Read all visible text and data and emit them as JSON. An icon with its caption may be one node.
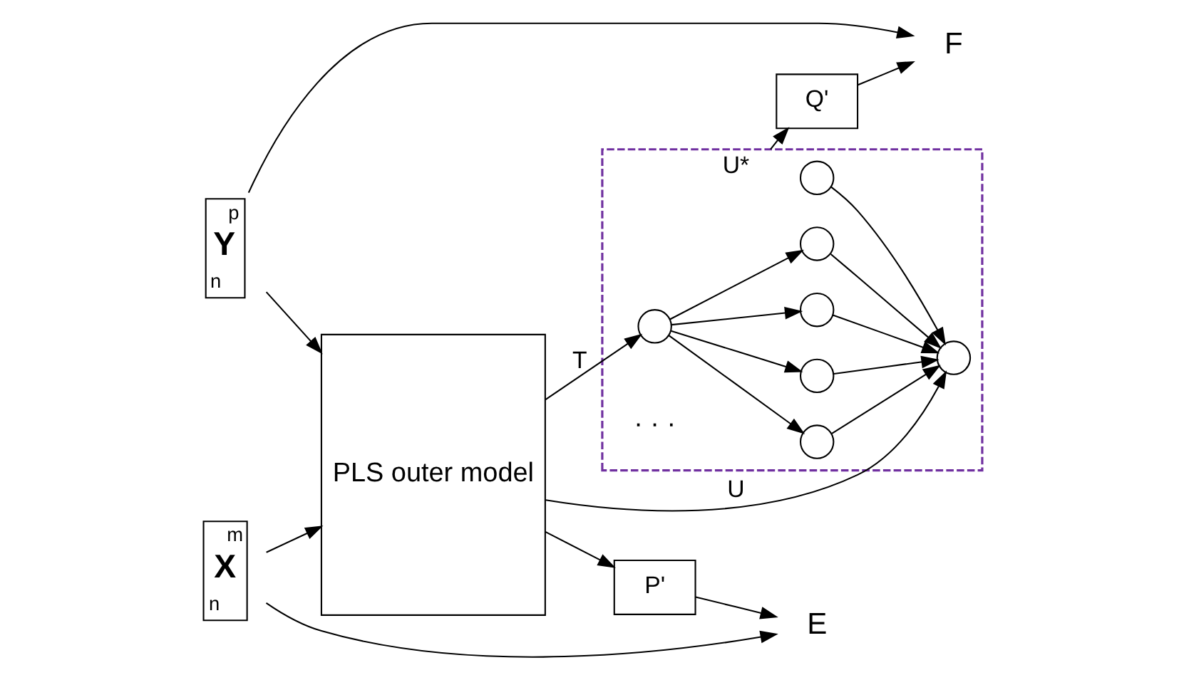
{
  "diagram": {
    "nodes": [
      {
        "text": [
          "p",
          "Y",
          "n"
        ]
      },
      {
        "text": [
          "m",
          "X",
          "n"
        ]
      },
      {
        "text": [
          "PLS outer model"
        ]
      },
      {
        "text": [
          "F"
        ]
      },
      {
        "text": [
          "Q'"
        ]
      },
      {
        "text": [],
        "shape": "box"
      },
      {
        "text": [],
        "shape": "circle",
        "in": 5
      },
      {
        "text": [],
        "shape": "circle",
        "in": 5
      },
      {
        "text": [],
        "shape": "circle",
        "in": 5
      },
      {
        "text": [],
        "shape": "circle",
        "in": 5
      },
      {
        "text": [],
        "shape": "circle",
        "in": 5
      },
      {
        "text": [],
        "shape": "circle",
        "in": 5
      },
      {
        "text": [],
        "shape": "circle",
        "in": 5
      },
      {
        "text": [
          "P'"
        ]
      },
      {
        "text": [
          "E"
        ]
      }
    ],
    "edges": [
      {
        "from": 0,
        "to": 3,
        "arrow": "to"
      },
      {
        "from": 0,
        "to": 2,
        "arrow": "to"
      },
      {
        "from": 1,
        "to": 2,
        "arrow": "to"
      },
      {
        "from": 1,
        "to": 14,
        "arrow": "to"
      },
      {
        "from": 2,
        "to": 7,
        "arrow": "to",
        "label": "U"
      },
      {
        "from": 2,
        "to": 12,
        "arrow": "to",
        "label": "T"
      },
      {
        "from": 2,
        "to": 13,
        "arrow": "to"
      },
      {
        "from": 6,
        "to": 7,
        "arrow": "to"
      },
      {
        "from": 8,
        "to": 7,
        "arrow": "to"
      },
      {
        "from": 9,
        "to": 7,
        "arrow": "to"
      },
      {
        "from": 10,
        "to": 7,
        "arrow": "to"
      },
      {
        "from": 11,
        "to": 7,
        "arrow": "to"
      },
      {
        "from": 12,
        "to": 8,
        "arrow": "to"
      },
      {
        "from": 12,
        "to": 9,
        "arrow": "to"
      },
      {
        "from": 12,
        "to": 10,
        "arrow": "to"
      },
      {
        "from": 12,
        "to": 11,
        "arrow": "to"
      },
      {
        "from": 5,
        "to": 4,
        "arrow": "to",
        "label": "U*"
      },
      {
        "from": 4,
        "to": 3,
        "arrow": "to"
      },
      {
        "from": 13,
        "to": 14,
        "arrow": "to"
      }
    ],
    "labels": [
      "· · ·"
    ]
  }
}
